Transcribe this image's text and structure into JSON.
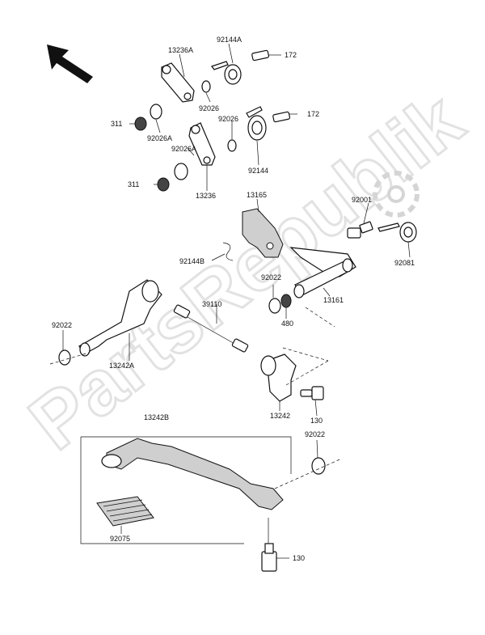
{
  "watermark": "PartsRepublik",
  "labels": {
    "p13236A": "13236A",
    "p92144A": "92144A",
    "p172a": "172",
    "p92026a": "92026",
    "p311a": "311",
    "p92026Aa": "92026A",
    "p92026b": "92026",
    "p172b": "172",
    "p92026Ab": "92026A",
    "p92144": "92144",
    "p311b": "311",
    "p13236": "13236",
    "p13165": "13165",
    "p92001": "92001",
    "p92144B": "92144B",
    "p92081": "92081",
    "p92022a": "92022",
    "p39110": "39110",
    "p13161": "13161",
    "p480": "480",
    "p92022b": "92022",
    "p13242A": "13242A",
    "p13242": "13242",
    "p130a": "130",
    "p13242B": "13242B",
    "p92022c": "92022",
    "p92075": "92075",
    "p130b": "130"
  },
  "icons": {
    "direction_arrow": "arrow-up-left-icon",
    "gear_logo": "gear-icon"
  }
}
